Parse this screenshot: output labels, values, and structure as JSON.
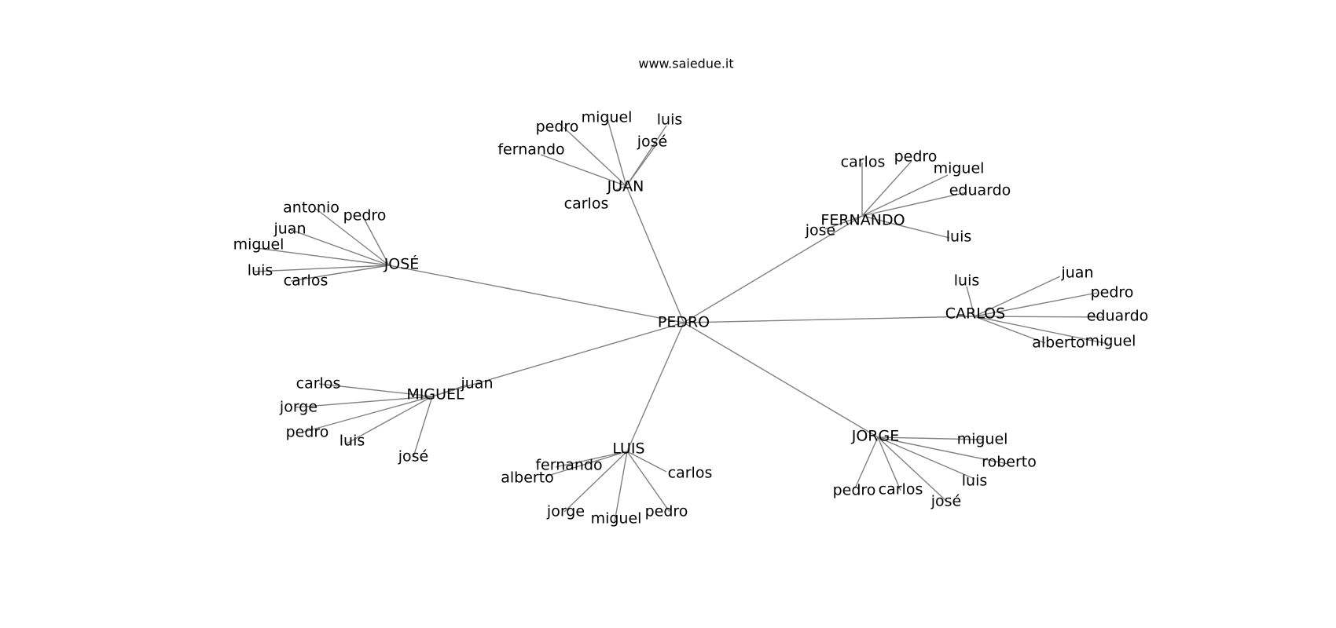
{
  "title": "www.saiedue.it",
  "colors": {
    "edge": "#808080",
    "text": "#000000",
    "background": "#ffffff"
  },
  "root": "PEDRO",
  "hubs": [
    {
      "id": "JUAN",
      "label": "JUAN",
      "children": [
        "pedro",
        "miguel",
        "luis",
        "josé",
        "fernando",
        "carlos"
      ]
    },
    {
      "id": "FERNANDO",
      "label": "FERNANDO",
      "children": [
        "carlos",
        "pedro",
        "miguel",
        "eduardo",
        "jose",
        "luis"
      ]
    },
    {
      "id": "JOSE",
      "label": "JOSÉ",
      "children": [
        "antonio",
        "pedro",
        "juan",
        "miguel",
        "luis",
        "carlos"
      ]
    },
    {
      "id": "CARLOS",
      "label": "CARLOS",
      "children": [
        "luis",
        "juan",
        "pedro",
        "eduardo",
        "alberto",
        "miguel"
      ]
    },
    {
      "id": "MIGUEL",
      "label": "MIGUEL",
      "children": [
        "carlos",
        "juan",
        "jorge",
        "pedro",
        "luis",
        "josé"
      ]
    },
    {
      "id": "LUIS",
      "label": "LUIS",
      "children": [
        "fernando",
        "alberto",
        "carlos",
        "jorge",
        "miguel",
        "pedro"
      ]
    },
    {
      "id": "JORGE",
      "label": "JORGE",
      "children": [
        "miguel",
        "roberto",
        "luis",
        "pedro",
        "carlos",
        "josé"
      ]
    }
  ]
}
